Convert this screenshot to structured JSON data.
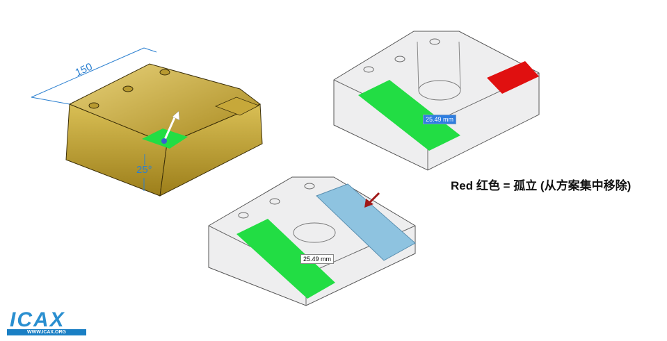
{
  "left_model": {
    "length_dimension": "150",
    "angle_dimension": "25°"
  },
  "top_right_model": {
    "measurement_label": "25.49 mm"
  },
  "bottom_model": {
    "measurement_label": "25.49 mm"
  },
  "caption": "Red 红色 = 孤立 (从方案集中移除)",
  "logo": {
    "name": "ICAX",
    "url": "WWW.ICAX.ORG"
  },
  "colors": {
    "gold": "#c9a935",
    "green": "#22dd44",
    "red": "#e01010",
    "blue_face": "#8ec3e0",
    "arrow": "#a01818",
    "dimension": "#2a7fd0"
  }
}
